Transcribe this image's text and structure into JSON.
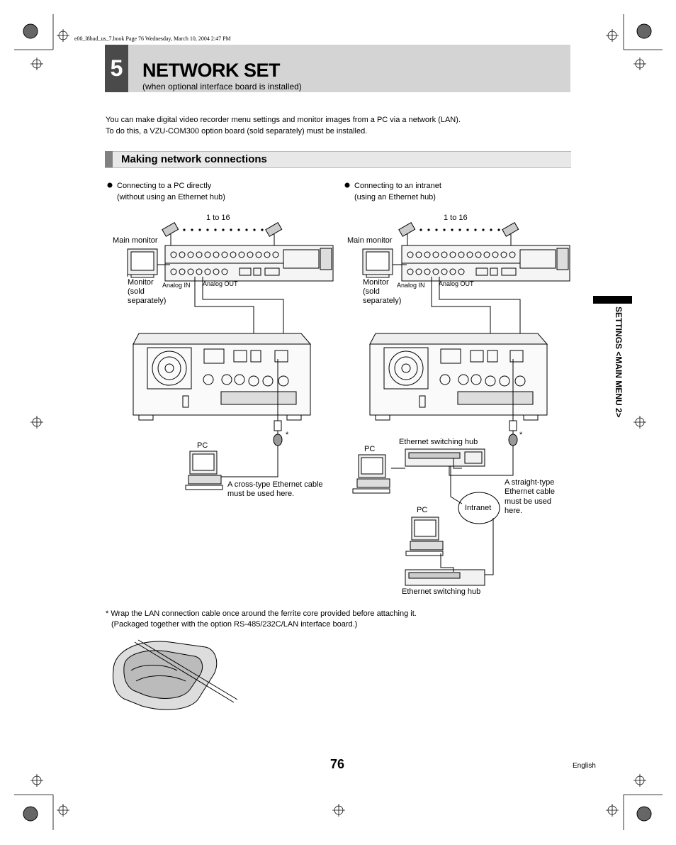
{
  "print_header": "e00_l8had_us_7.book  Page 76  Wednesday, March 10, 2004  2:47 PM",
  "chapter": {
    "number": "5",
    "title": "NETWORK SET",
    "subtitle": "(when optional interface board is installed)"
  },
  "intro": {
    "line1": "You can make digital video recorder menu settings and monitor images from a PC via a network (LAN).",
    "line2": "To do this, a VZU-COM300 option board (sold separately) must be installed."
  },
  "section": {
    "title": "Making network connections"
  },
  "left_diagram": {
    "bullet_line1": "Connecting to a PC directly",
    "bullet_line2": "(without using an Ethernet hub)",
    "cameras_label": "1 to 16",
    "main_monitor": "Main monitor",
    "monitor_line1": "Monitor",
    "monitor_line2": "(sold",
    "monitor_line3": "separately)",
    "analog_in": "Analog IN",
    "analog_out": "Analog OUT",
    "pc": "PC",
    "asterisk": "*",
    "cable_note_line1": "A cross-type Ethernet cable",
    "cable_note_line2": "must be used here."
  },
  "right_diagram": {
    "bullet_line1": "Connecting to an intranet",
    "bullet_line2": "(using an Ethernet hub)",
    "cameras_label": "1 to 16",
    "main_monitor": "Main monitor",
    "monitor_line1": "Monitor",
    "monitor_line2": "(sold",
    "monitor_line3": "separately)",
    "analog_in": "Analog IN",
    "analog_out": "Analog OUT",
    "pc_top": "PC",
    "pc_bottom": "PC",
    "hub_top": "Ethernet switching hub",
    "hub_bottom": "Ethernet switching hub",
    "intranet": "Intranet",
    "asterisk": "*",
    "cable_note_line1": "A straight-type",
    "cable_note_line2": "Ethernet cable",
    "cable_note_line3": "must be used",
    "cable_note_line4": "here."
  },
  "footnote": {
    "line1": "* Wrap the LAN connection cable once around the ferrite core provided before attaching it.",
    "line2": "(Packaged together with the option RS-485/232C/LAN interface board.)"
  },
  "sidebar": {
    "label": "SETTINGS <MAIN MENU 2>"
  },
  "page_number": "76",
  "language": "English"
}
